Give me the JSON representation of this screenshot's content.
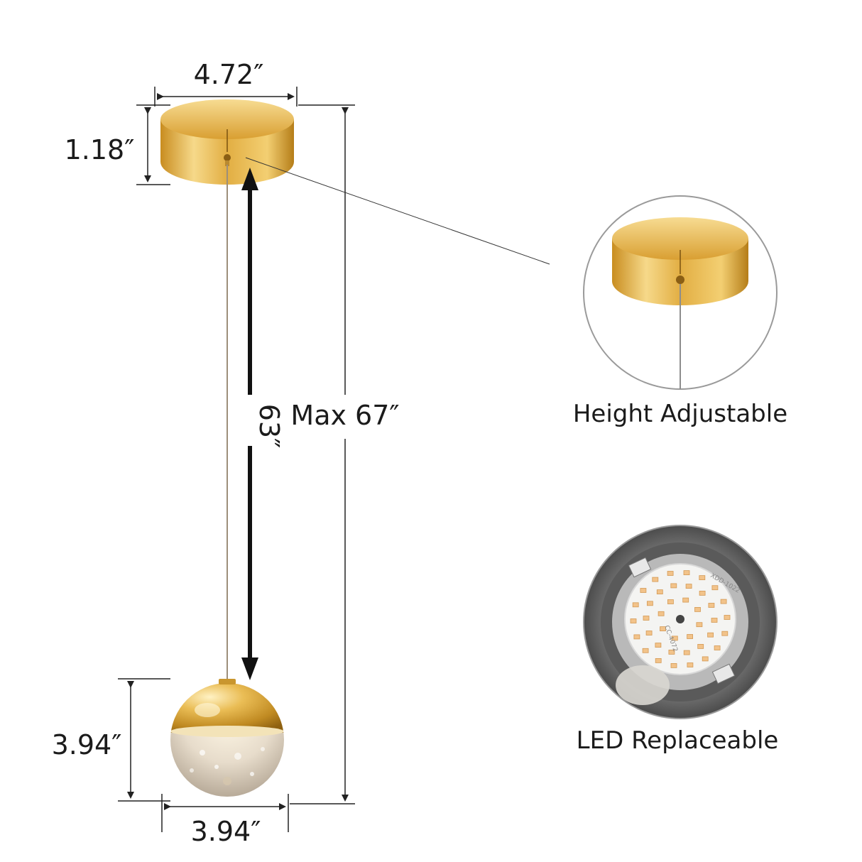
{
  "dimensions": {
    "canopy_width": "4.72″",
    "canopy_height": "1.18″",
    "cable_length": "63″",
    "max_height": "Max 67″",
    "shade_height": "3.94″",
    "shade_width": "3.94″"
  },
  "features": {
    "height_adjustable": "Height Adjustable",
    "led_replaceable": "LED Replaceable"
  },
  "led_board": {
    "code_top": "XDD-1022",
    "code_inner": "CC-4072"
  },
  "colors": {
    "gold": "#d9a53a",
    "gold_light": "#f3d27a",
    "gold_dark": "#a8741a",
    "line": "#222222",
    "circle": "#9a9a9a"
  }
}
